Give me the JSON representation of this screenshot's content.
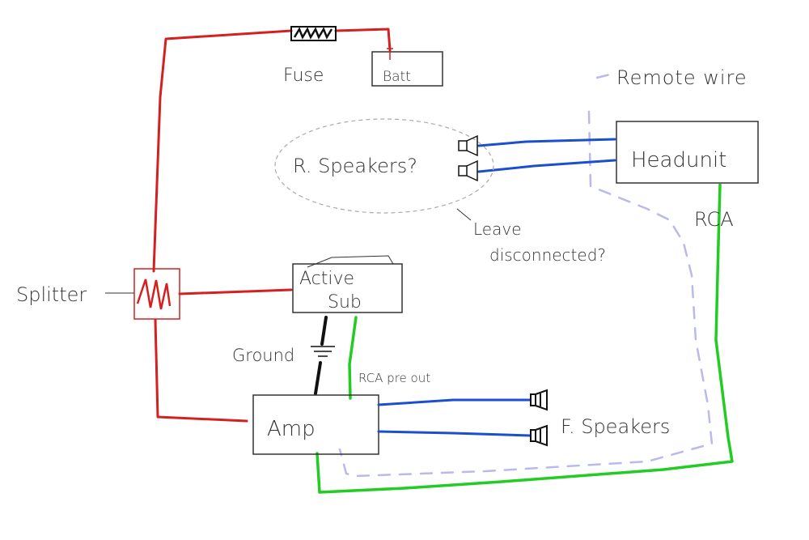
{
  "diagram": {
    "colors": {
      "power_wire": "#d42020",
      "speaker_wire": "#1a4fd0",
      "rca_wire": "#22cc22",
      "remote_wire": "#b9b9ef",
      "ground_wire": "#111111",
      "ink": "#333333"
    },
    "labels": {
      "fuse": "Fuse",
      "battery": "Batt",
      "remote_wire": "Remote wire",
      "head_unit": "Headunit",
      "rear_speakers": "R. Speakers?",
      "rca": "RCA",
      "leave": "Leave",
      "disconnected": "disconnected?",
      "splitter": "Splitter",
      "active_sub_line1": "Active",
      "active_sub_line2": "Sub",
      "ground": "Ground",
      "rca_pre_out": "RCA pre out",
      "amp": "Amp",
      "front_speakers": "F. Speakers"
    },
    "icons": {
      "fuse": "fuse-icon",
      "splitter": "splitter-icon",
      "ground": "ground-icon",
      "speaker": "speaker-icon"
    }
  }
}
